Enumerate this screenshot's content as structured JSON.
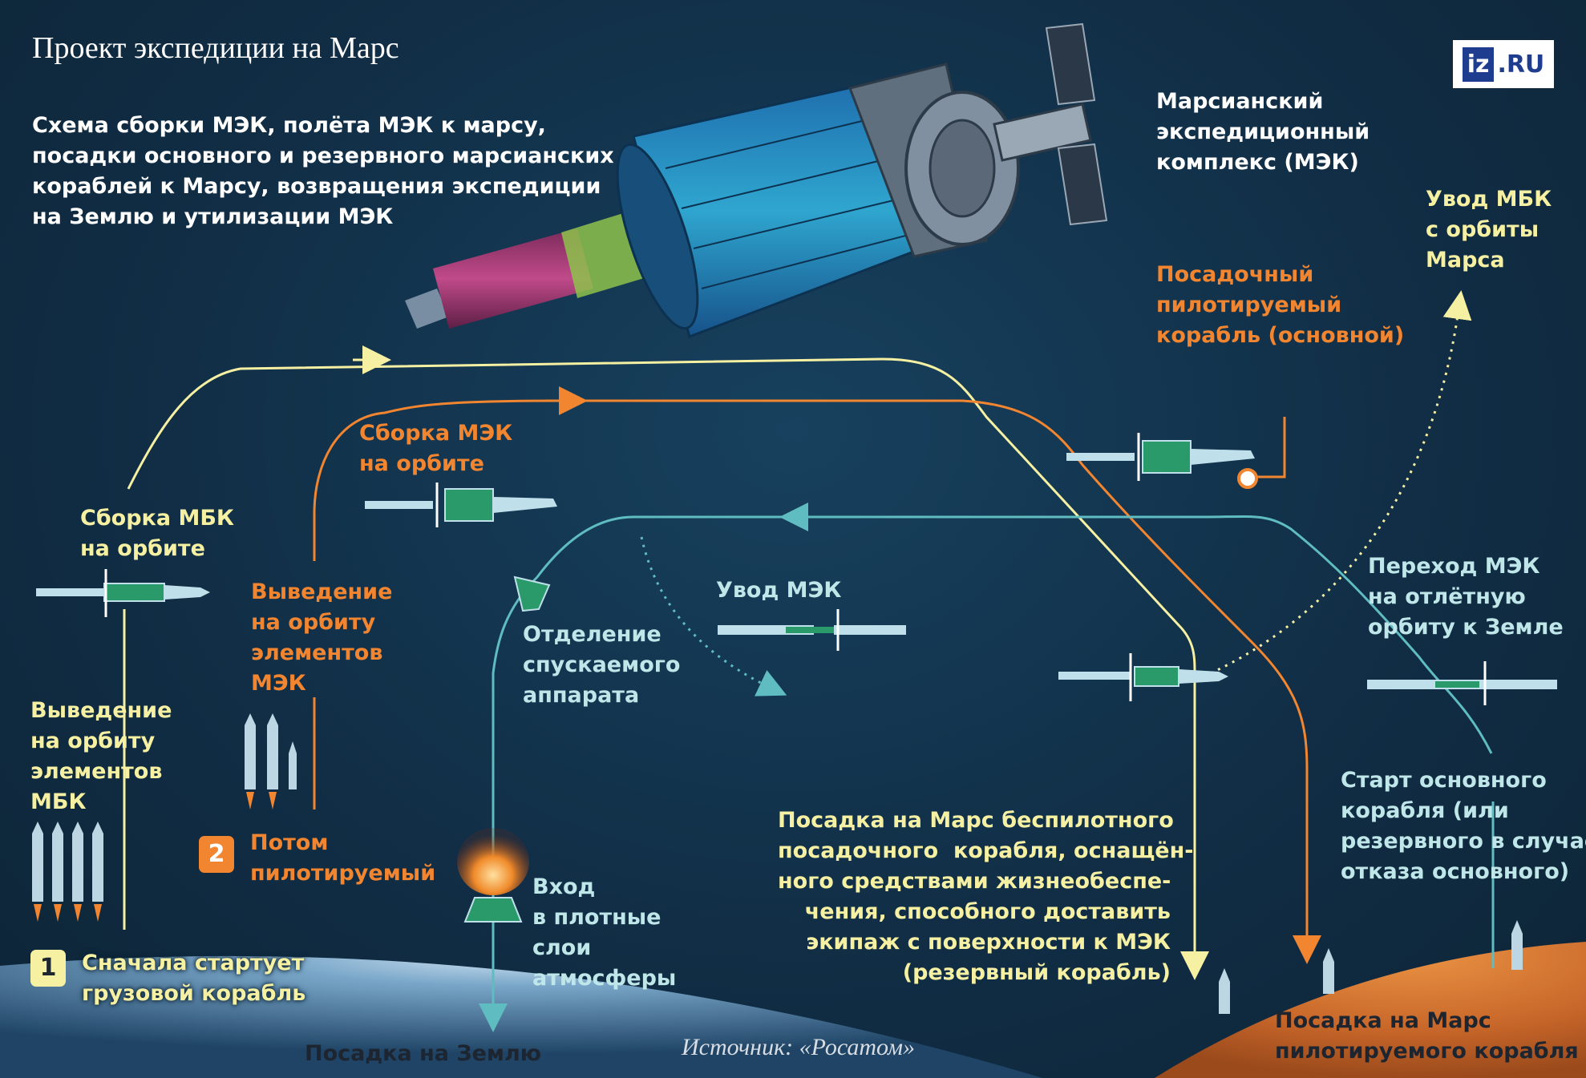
{
  "title": "Проект экспедиции на Марс",
  "subtitle": "Схема сборки МЭК, полёта МЭК к марсу,\nпосадки основного и резервного марсианских\nкораблей к Марсу, возвращения экспедиции\nна Землю и утилизации МЭК",
  "logo": {
    "iz": "iz",
    "ru": ".RU"
  },
  "labels": {
    "mek": "Марсианский\nэкспедиционный\nкомплекс (МЭК)",
    "mbk_away": "Увод МБК\nс орбиты\nМарса",
    "lander_main": "Посадочный\nпилотируемый\nкорабль (основной)",
    "assembly_mek": "Сборка МЭК\nна орбите",
    "assembly_mbk": "Сборка МБК\nна орбите",
    "launch_mek": "Выведение\nна орбиту\nэлементов\nМЭК",
    "launch_mbk": "Выведение\nна орбиту\nэлементов\nМБК",
    "separation": "Отделение\nспускаемого\nаппарата",
    "mek_away": "Увод МЭК",
    "transfer": "Переход МЭК\nна отлётную\nорбиту к Земле",
    "start_ship": "Старт основного\nкорабля (или\nрезервного в случае\nотказа основного)",
    "unmanned_landing": "Посадка на Марс беспилотного\nпосадочного  корабля, оснащён-\nного средствами жизнеобеспе-\nчения, способного доставить\nэкипаж с поверхности к МЭК\n(резервный корабль)",
    "reentry": "Вход\nв плотные\nслои\nатмосферы",
    "earth_landing": "Посадка на Землю",
    "manned_landing": "Посадка на Марс\nпилотируемого корабля",
    "step1": "Сначала стартует\nгрузовой корабль",
    "step2": "Потом\nпилотируемый"
  },
  "badges": {
    "one": "1",
    "two": "2"
  },
  "source": "Источник: «Росатом»",
  "colors": {
    "background": "#123049",
    "yellow": "#f6f0a2",
    "orange": "#f2852f",
    "cyan": "#5fbcc0",
    "mars": "#d5772e",
    "earth": "#4a7fa8"
  }
}
